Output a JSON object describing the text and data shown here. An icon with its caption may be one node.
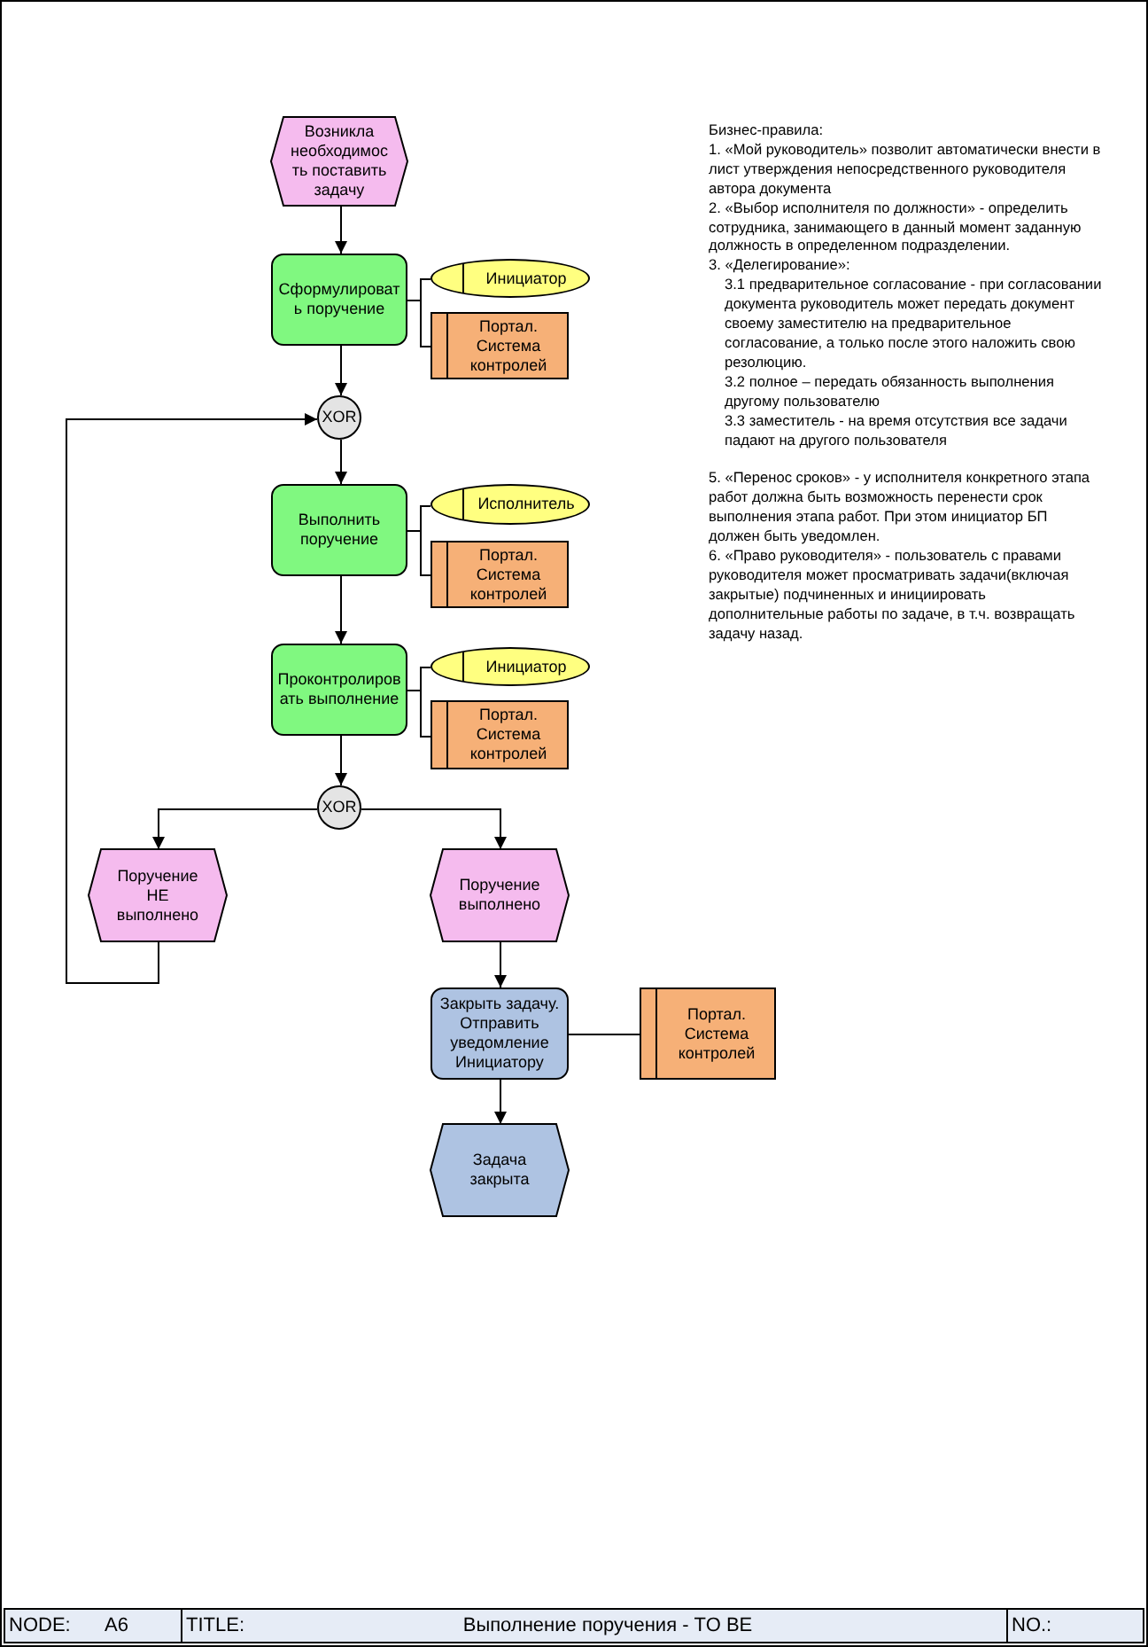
{
  "diagram": {
    "title": "Выполнение поручения - TO BE",
    "nodes": [
      {
        "text": [
          "Возникла необходимость поставить задачу"
        ]
      },
      {
        "text": [
          "Сформулировать поручение"
        ]
      },
      {
        "text": [
          "Инициатор"
        ]
      },
      {
        "text": [
          "Портал. Система контролей"
        ]
      },
      {
        "text": [
          "XOR"
        ]
      },
      {
        "text": [
          "Выполнить поручение"
        ]
      },
      {
        "text": [
          "Исполнитель"
        ]
      },
      {
        "text": [
          "Портал. Система контролей"
        ]
      },
      {
        "text": [
          "Проконтролировать выполнение"
        ]
      },
      {
        "text": [
          "Инициатор"
        ]
      },
      {
        "text": [
          "Портал. Система контролей"
        ]
      },
      {
        "text": [
          "XOR"
        ]
      },
      {
        "text": [
          "Поручение НЕ выполнено"
        ]
      },
      {
        "text": [
          "Поручение выполнено"
        ]
      },
      {
        "text": [
          "Закрыть задачу. Отправить уведомление Инициатору"
        ]
      },
      {
        "text": [
          "Портал. Система контролей"
        ]
      },
      {
        "text": [
          "Задача закрыта"
        ]
      }
    ],
    "edges": [
      {
        "from": 0,
        "to": 1,
        "arrow": "to"
      },
      {
        "from": 1,
        "to": 2,
        "arrow": "none"
      },
      {
        "from": 1,
        "to": 3,
        "arrow": "none"
      },
      {
        "from": 1,
        "to": 4,
        "arrow": "to"
      },
      {
        "from": 4,
        "to": 5,
        "arrow": "to"
      },
      {
        "from": 5,
        "to": 6,
        "arrow": "none"
      },
      {
        "from": 5,
        "to": 7,
        "arrow": "none"
      },
      {
        "from": 5,
        "to": 8,
        "arrow": "to"
      },
      {
        "from": 8,
        "to": 9,
        "arrow": "none"
      },
      {
        "from": 8,
        "to": 10,
        "arrow": "none"
      },
      {
        "from": 8,
        "to": 11,
        "arrow": "to"
      },
      {
        "from": 11,
        "to": 12,
        "arrow": "to"
      },
      {
        "from": 11,
        "to": 13,
        "arrow": "to"
      },
      {
        "from": 12,
        "to": 4,
        "arrow": "to"
      },
      {
        "from": 13,
        "to": 14,
        "arrow": "to"
      },
      {
        "from": 14,
        "to": 15,
        "arrow": "none"
      },
      {
        "from": 14,
        "to": 16,
        "arrow": "to"
      }
    ],
    "labels": [
      "Бизнес-правила:",
      "1. «Мой руководитель» позволит автоматически внести в лист утверждения непосредственного руководителя автора документа",
      "2. «Выбор исполнителя по должности» - определить сотрудника, занимающего в данный момент заданную должность в определенном подразделении.",
      "3. «Делегирование»:",
      "3.1 предварительное согласование - при согласовании документа руководитель может передать документ своему заместителю на предварительное согласование, а только после этого наложить свою резолюцию.",
      "3.2 полное – передать обязанность выполнения другому пользователю",
      "3.3 заместитель - на время отсутствия все задачи падают на другого пользователя",
      "5. «Перенос сроков» - у исполнителя конкретного этапа работ должна быть возможность перенести срок выполнения этапа работ. При этом инициатор БП должен быть уведомлен.",
      "6. «Право руководителя» - пользователь с правами руководителя может просматривать задачи(включая закрытые) подчиненных и инициировать дополнительные работы по задаче, в т.ч. возвращать задачу назад.",
      "NODE:",
      "A6",
      "TITLE:",
      "NO.:"
    ]
  }
}
